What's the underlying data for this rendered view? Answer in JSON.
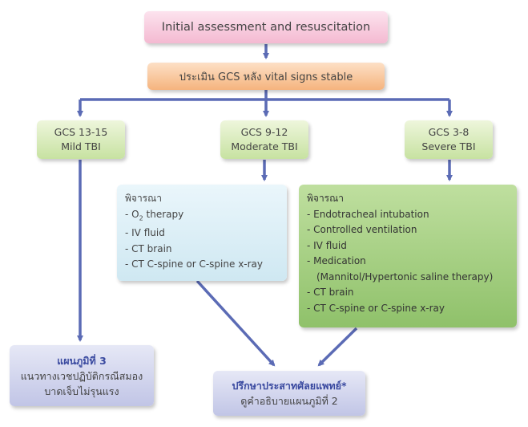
{
  "top": {
    "label": "Initial assessment and resuscitation"
  },
  "assess": {
    "label": "ประเมิน GCS หลัง vital signs stable"
  },
  "gcs": [
    {
      "range": "GCS 13-15",
      "severity": "Mild TBI"
    },
    {
      "range": "GCS 9-12",
      "severity": "Moderate TBI"
    },
    {
      "range": "GCS 3-8",
      "severity": "Severe TBI"
    }
  ],
  "moderate": {
    "heading": "พิจารณา",
    "o2_prefix": "- O",
    "o2_sub": "2",
    "o2_suffix": " therapy",
    "items": [
      "- IV fluid",
      "- CT brain",
      "- CT C-spine or C-spine x-ray"
    ]
  },
  "severe": {
    "heading": "พิจารณา",
    "items": [
      "- Endotracheal intubation",
      "- Controlled ventilation",
      "- IV fluid",
      "- Medication",
      "(Mannitol/Hypertonic saline therapy)",
      "- CT brain",
      "- CT C-spine or C-spine x-ray"
    ]
  },
  "chart3": {
    "title": "แผนภูมิที่ 3",
    "line1": "แนวทางเวชปฏิบัติกรณีสมอง",
    "line2": "บาดเจ็บไม่รุนแรง"
  },
  "consult": {
    "title": "ปรึกษาประสาทศัลยแพทย์*",
    "note": "ดูคำอธิบายแผนภูมิที่ 2"
  },
  "colors": {
    "arrow": "#5b6bb5"
  }
}
